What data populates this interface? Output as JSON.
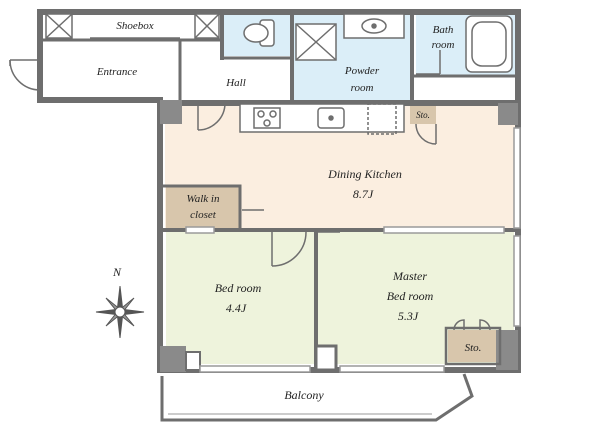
{
  "rooms": {
    "shoebox": "Shoebox",
    "entrance": "Entrance",
    "hall": "Hall",
    "powder_line1": "Powder",
    "powder_line2": "room",
    "bath_line1": "Bath",
    "bath_line2": "room",
    "storage_top": "Sto.",
    "dining_line1": "Dining Kitchen",
    "dining_line2": "8.7J",
    "walkin_line1": "Walk in",
    "walkin_line2": "closet",
    "bed_line1": "Bed room",
    "bed_line2": "4.4J",
    "master_line1": "Master",
    "master_line2": "Bed room",
    "master_line3": "5.3J",
    "storage_master": "Sto.",
    "balcony": "Balcony"
  },
  "compass": {
    "north": "N"
  },
  "colors": {
    "wall": "#6e6e6e",
    "wet_area": "#dbeef8",
    "dining_kitchen": "#fbeee0",
    "bedroom": "#eef3dc",
    "closet": "#d8c6ac",
    "floor_white": "#ffffff"
  }
}
